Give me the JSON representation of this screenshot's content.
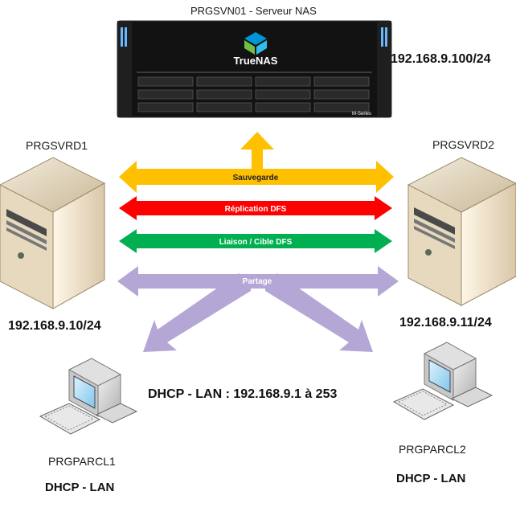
{
  "nas": {
    "title": "PRGSVN01 - Serveur NAS",
    "brand": "TrueNAS",
    "series": "M-Series",
    "ip": "192.168.9.100/24"
  },
  "server1": {
    "name": "PRGSVRD1",
    "ip": "192.168.9.10/24"
  },
  "server2": {
    "name": "PRGSVRD2",
    "ip": "192.168.9.11/24"
  },
  "links": {
    "sauvegarde": "Sauvegarde",
    "replication": "Réplication DFS",
    "liaison": "Liaison / Cible DFS",
    "partage": "Partage"
  },
  "lan": {
    "dhcp_range": "DHCP - LAN : 192.168.9.1 à 253"
  },
  "client1": {
    "name": "PRGPARCL1",
    "net": "DHCP - LAN"
  },
  "client2": {
    "name": "PRGPARCL2",
    "net": "DHCP - LAN"
  },
  "colors": {
    "sauvegarde": "#FFC000",
    "replication": "#FF0000",
    "liaison": "#00B050",
    "partage": "#B4A7D6"
  }
}
